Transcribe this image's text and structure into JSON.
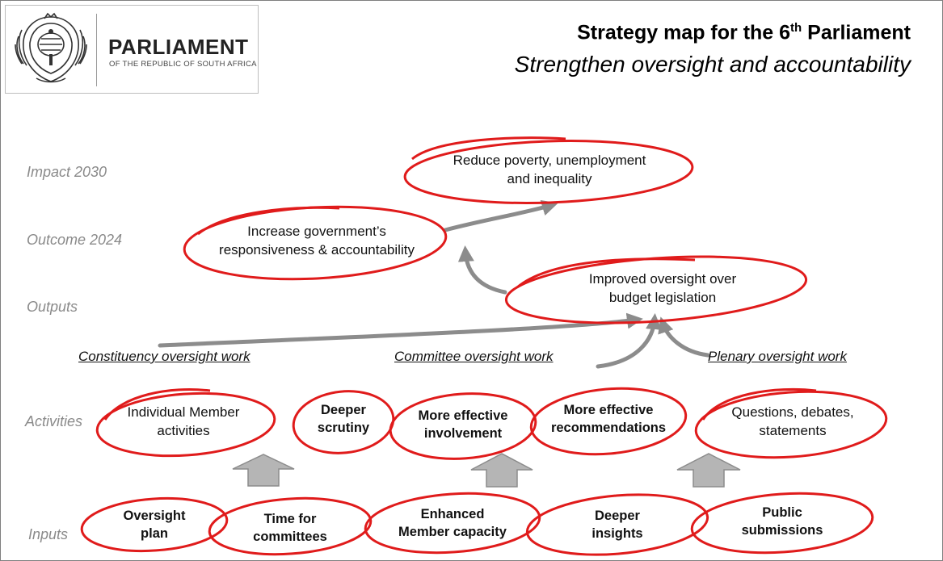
{
  "logo": {
    "name": "PARLIAMENT",
    "subname": "OF THE REPUBLIC OF SOUTH AFRICA"
  },
  "title": {
    "main": "Strategy map for the 6",
    "sup": "th",
    "main_end": " Parliament",
    "subtitle": "Strengthen oversight and accountability"
  },
  "levels": {
    "impact": "Impact 2030",
    "outcome": "Outcome 2024",
    "outputs": "Outputs",
    "activities": "Activities",
    "inputs": "Inputs"
  },
  "strands": {
    "constituency": "Constituency oversight work",
    "committee": "Committee oversight work",
    "plenary": "Plenary oversight work"
  },
  "nodes": {
    "impact": {
      "line1": "Reduce poverty, unemployment",
      "line2": "and inequality"
    },
    "outcome": {
      "line1": "Increase government’s",
      "line2": "responsiveness & accountability"
    },
    "output": {
      "line1": "Improved oversight over",
      "line2": "budget legislation"
    },
    "activities": [
      {
        "line1": "Individual Member",
        "line2": "activities"
      },
      {
        "line1": "Deeper",
        "line2": "scrutiny"
      },
      {
        "line1": "More effective",
        "line2": "involvement"
      },
      {
        "line1": "More effective",
        "line2": "recommendations"
      },
      {
        "line1": "Questions, debates,",
        "line2": "statements"
      }
    ],
    "inputs": [
      {
        "line1": "Oversight",
        "line2": "plan"
      },
      {
        "line1": "Time for",
        "line2": "committees"
      },
      {
        "line1": "Enhanced",
        "line2": "Member capacity"
      },
      {
        "line1": "Deeper",
        "line2": "insights"
      },
      {
        "line1": "Public",
        "line2": "submissions"
      }
    ]
  },
  "colors": {
    "ellipse": "#e01b1b",
    "arrow": "#8c8c8c",
    "level": "#8a8a8a"
  },
  "icons": {
    "seal": "parliament-coat-of-arms-icon"
  }
}
